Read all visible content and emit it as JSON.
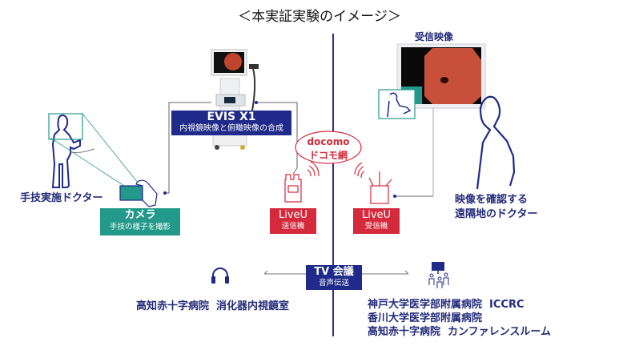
{
  "title": "＜本実証実験のイメージ＞",
  "left": {
    "evis": {
      "name": "EVIS X1",
      "desc": "内視鏡映像と俯瞰映像の合成"
    },
    "surgeon_label": "手技実施ドクター",
    "camera": {
      "name": "カメラ",
      "desc": "手技の様子を撮影"
    },
    "liveu_tx": {
      "name": "LiveU",
      "desc": "送信機"
    },
    "site_label": "高知赤十字病院  消化器内視鏡室"
  },
  "center": {
    "network": {
      "brand": "docomo",
      "name": "ドコモ網"
    },
    "tv_conference": {
      "name": "TV 会議",
      "desc": "音声伝送"
    }
  },
  "right": {
    "received_label": "受信映像",
    "liveu_rx": {
      "name": "LiveU",
      "desc": "受信機"
    },
    "remote_doctor_label": [
      "映像を確認する",
      "遠隔地のドクター"
    ],
    "sites": [
      "神戸大学医学部附属病院  ICCRC",
      "香川大学医学部附属病院",
      "高知赤十字病院  カンファレンスルーム"
    ]
  },
  "colors": {
    "navy": "#1f2a8a",
    "teal": "#22998a",
    "red": "#d42a3c",
    "divider": "#2a3490"
  }
}
